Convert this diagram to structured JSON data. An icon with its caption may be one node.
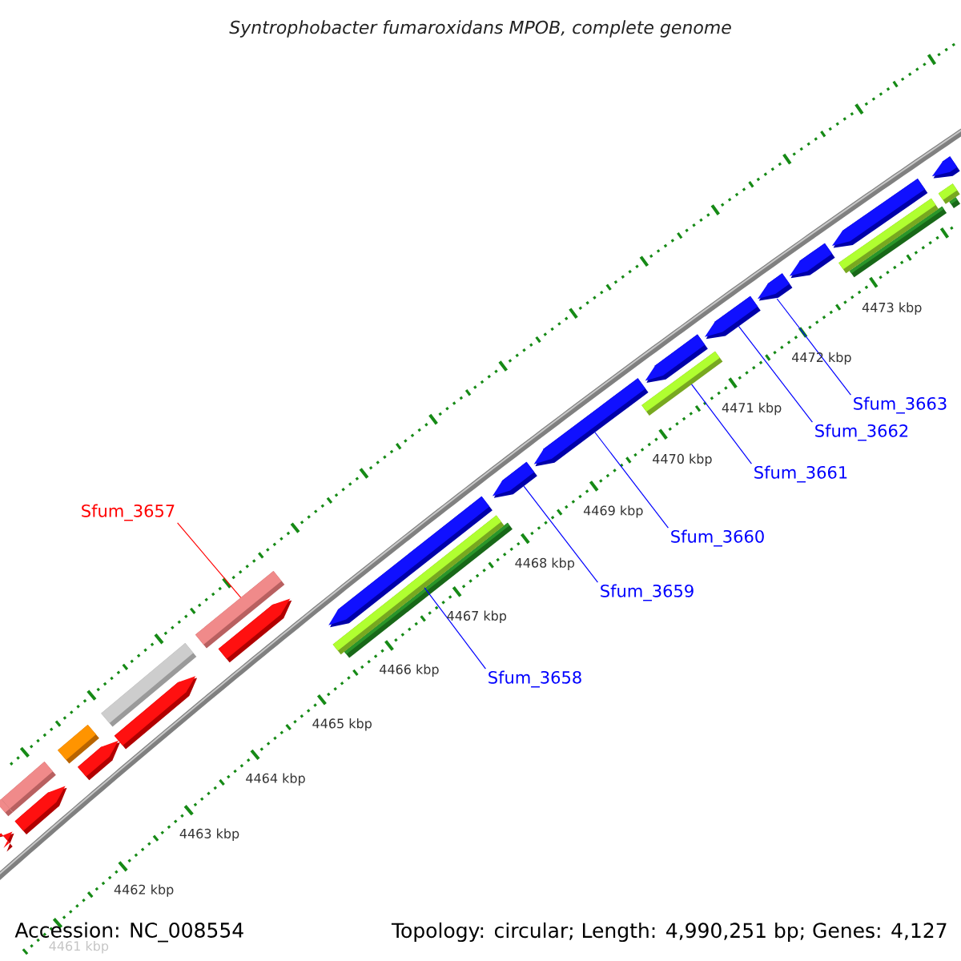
{
  "diagram": {
    "title": "Syntrophobacter fumaroxidans MPOB, complete genome",
    "nodes": [
      {
        "text": [
          "Sfum_3657"
        ]
      },
      {
        "text": [],
        "shape": "bar"
      },
      {
        "text": [
          "Sfum_3658"
        ]
      },
      {
        "text": [],
        "shape": "bar"
      },
      {
        "text": [
          "Sfum_3659"
        ]
      },
      {
        "text": [],
        "shape": "arrow"
      },
      {
        "text": [
          "Sfum_3660"
        ]
      },
      {
        "text": [],
        "shape": "arrow"
      },
      {
        "text": [
          "Sfum_3661"
        ]
      },
      {
        "text": [],
        "shape": "bar"
      },
      {
        "text": [
          "Sfum_3662"
        ]
      },
      {
        "text": [],
        "shape": "arrow"
      },
      {
        "text": [
          "Sfum_3663"
        ]
      },
      {
        "text": [],
        "shape": "arrow"
      },
      {
        "text": [],
        "shape": "arrow"
      },
      {
        "text": [],
        "shape": "bar"
      },
      {
        "text": [],
        "shape": "bar"
      },
      {
        "text": [],
        "shape": "arrow"
      },
      {
        "text": [],
        "shape": "bar"
      },
      {
        "text": [],
        "shape": "arrow"
      },
      {
        "text": [],
        "shape": "bar"
      },
      {
        "text": [],
        "shape": "arrow"
      },
      {
        "text": [],
        "shape": "arrow"
      },
      {
        "text": [],
        "shape": "bar"
      },
      {
        "text": [],
        "shape": "arrow"
      },
      {
        "text": [],
        "shape": "arrow"
      },
      {
        "text": [],
        "shape": "arrow"
      },
      {
        "text": [],
        "shape": "bar"
      },
      {
        "text": [],
        "shape": "arrow"
      },
      {
        "text": [],
        "shape": "bar"
      },
      {
        "text": [],
        "shape": "bar"
      },
      {
        "text": [],
        "shape": "arrow"
      },
      {
        "text": [],
        "shape": "bar"
      }
    ],
    "edges": [
      {
        "from": 0,
        "to": 1,
        "arrow": "none",
        "color": "#ff0000"
      },
      {
        "from": 2,
        "to": 3,
        "arrow": "none"
      },
      {
        "from": 4,
        "to": 5,
        "arrow": "none"
      },
      {
        "from": 6,
        "to": 7,
        "arrow": "none"
      },
      {
        "from": 8,
        "to": 9,
        "arrow": "none"
      },
      {
        "from": 10,
        "to": 11,
        "arrow": "none"
      },
      {
        "from": 12,
        "to": 13,
        "arrow": "none"
      }
    ],
    "labels": [
      "4473 kbp",
      "4472 kbp",
      "4471 kbp",
      "4470 kbp",
      "4469 kbp",
      "4468 kbp",
      "4467 kbp",
      "4466 kbp",
      "4465 kbp",
      "4464 kbp",
      "4463 kbp",
      "4462 kbp",
      "4461 kbp",
      "Accession: NC_008554",
      "Topology: circular; Length: 4,990,251 bp; Genes: 4,127"
    ]
  }
}
